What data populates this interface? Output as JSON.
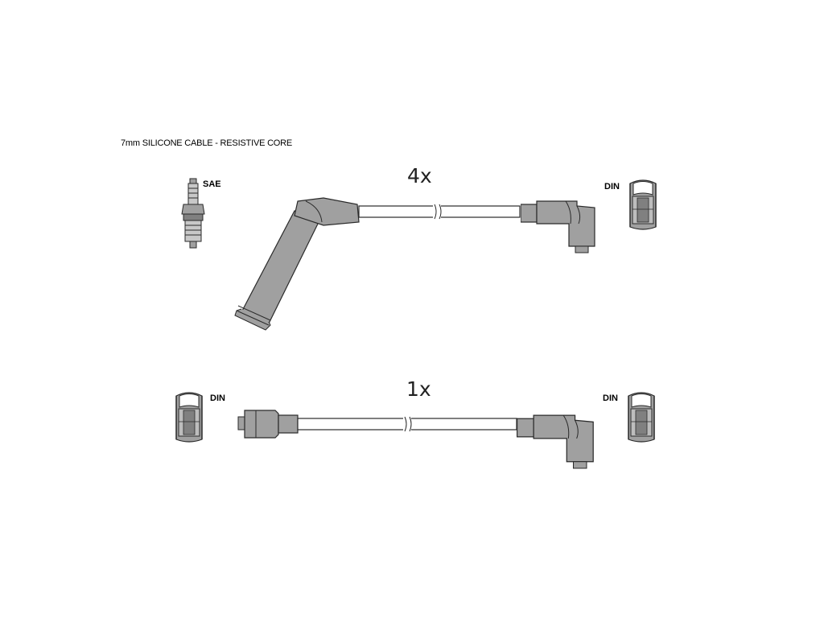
{
  "caption": "7mm SILICONE CABLE - RESISTIVE CORE",
  "set1": {
    "quantity": "4x",
    "left_label": "SAE",
    "right_label": "DIN"
  },
  "set2": {
    "quantity": "1x",
    "left_label": "DIN",
    "right_label": "DIN"
  },
  "colors": {
    "fill": "#a0a0a0",
    "stroke": "#2a2a2a",
    "cable": "#ffffff"
  }
}
